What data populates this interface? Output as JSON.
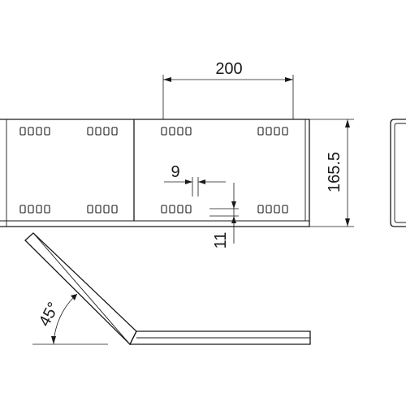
{
  "dimensions": {
    "width_label": "200",
    "height_label": "165.5",
    "slot_gap_label": "9",
    "bottom_offset_label": "11",
    "angle_label": "45°"
  }
}
